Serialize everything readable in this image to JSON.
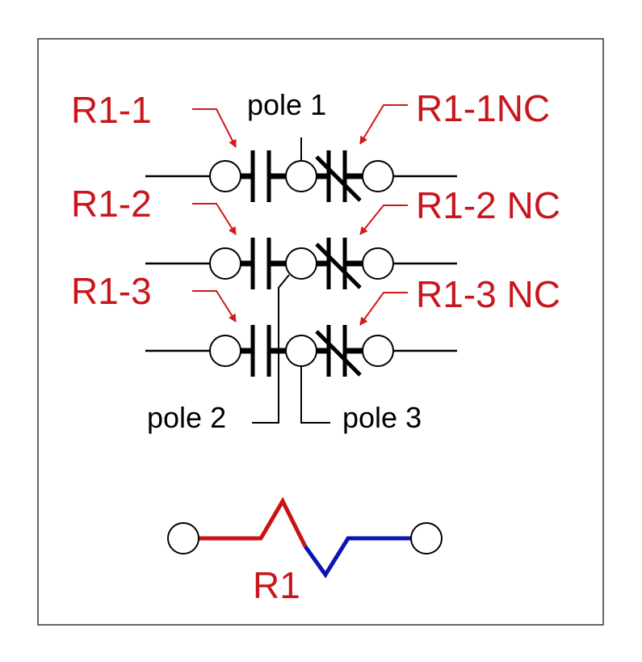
{
  "labels": {
    "r1_1": "R1-1",
    "r1_2": "R1-2",
    "r1_3": "R1-3",
    "r1_1nc": "R1-1NC",
    "r1_2nc": "R1-2 NC",
    "r1_3nc": "R1-3 NC",
    "pole1": "pole 1",
    "pole2": "pole 2",
    "pole3": "pole 3",
    "coil": "R1"
  },
  "colors": {
    "label_red": "#c8161d",
    "coil_red": "#cc1111",
    "coil_blue": "#0a14b4",
    "line": "#000000",
    "frame": "#333333"
  },
  "icons": [
    "normally-open-contact-icon",
    "normally-closed-contact-icon",
    "terminal-circle-icon",
    "arrow-icon",
    "coil-icon"
  ]
}
